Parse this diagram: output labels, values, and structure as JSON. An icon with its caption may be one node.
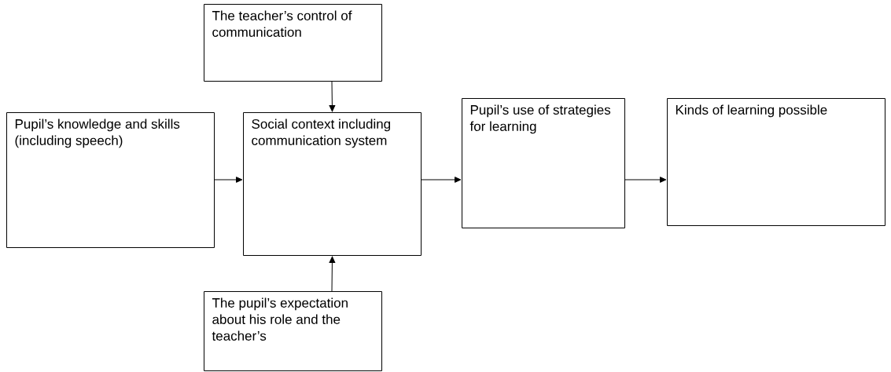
{
  "diagram": {
    "nodes": [
      {
        "text": [
          "The teacher’s control of communication"
        ]
      },
      {
        "text": [
          "Pupil’s knowledge and skills (including speech)"
        ]
      },
      {
        "text": [
          "Social context including communication system"
        ]
      },
      {
        "text": [
          "The pupil’s expectation about his role and the teacher’s"
        ]
      },
      {
        "text": [
          "Pupil’s use of strategies for learning"
        ]
      },
      {
        "text": [
          "Kinds of learning possible"
        ]
      }
    ],
    "edges": [
      {
        "from": 1,
        "to": 2,
        "arrow": "to"
      },
      {
        "from": 0,
        "to": 2,
        "arrow": "to"
      },
      {
        "from": 3,
        "to": 2,
        "arrow": "to"
      },
      {
        "from": 2,
        "to": 4,
        "arrow": "to"
      },
      {
        "from": 4,
        "to": 5,
        "arrow": "to"
      }
    ]
  }
}
